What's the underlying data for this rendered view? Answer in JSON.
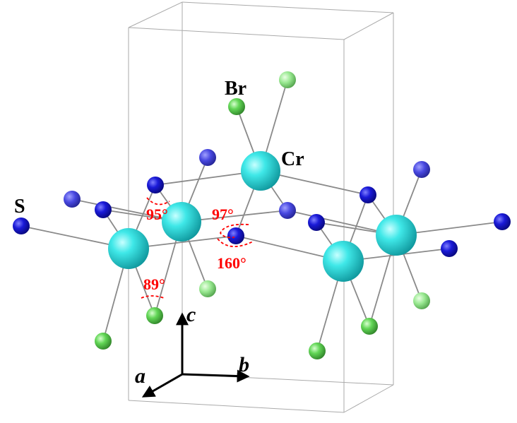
{
  "structure": {
    "element_labels": {
      "br": "Br",
      "cr": "Cr",
      "s": "S"
    },
    "bond_angles": [
      "95°",
      "97°",
      "160°",
      "89°"
    ],
    "axes": {
      "a": "a",
      "b": "b",
      "c": "c"
    },
    "colors": {
      "cr_atom": "#1fd6d6",
      "s_atom": "#1616c8",
      "br_atom": "#5ad04a",
      "angle_annotation": "#ff0000",
      "bond": "#8a8a8a",
      "unit_cell": "#aaaaaa"
    }
  }
}
